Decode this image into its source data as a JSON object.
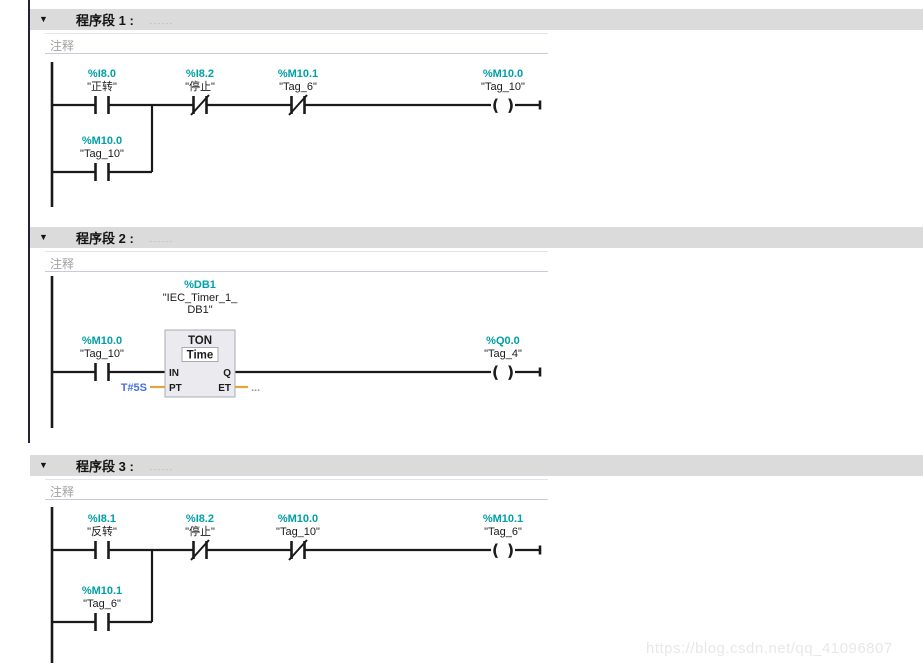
{
  "watermark": "https://blog.csdn.net/qq_41096807",
  "colors": {
    "address": "#00a0a8",
    "wire": "#1a1a1a",
    "timer_wire": "#e8a33d",
    "constant": "#4a6fdc",
    "ellipsis": "#9a9a9a",
    "header_bg": "#dbdbdb",
    "block_fill": "#eaeaef",
    "block_border": "#a9a9b8"
  },
  "networks": [
    {
      "title": "程序段 1 :",
      "title_placeholder": "......",
      "comment": "注释",
      "kind": "contacts",
      "contacts": [
        {
          "type": "NO",
          "address": "%I8.0",
          "name": "\"正转\""
        },
        {
          "type": "NC",
          "address": "%I8.2",
          "name": "\"停止\""
        },
        {
          "type": "NC",
          "address": "%M10.1",
          "name": "\"Tag_6\""
        }
      ],
      "parallel_contact": {
        "type": "NO",
        "address": "%M10.0",
        "name": "\"Tag_10\""
      },
      "coil": {
        "address": "%M10.0",
        "name": "\"Tag_10\""
      }
    },
    {
      "title": "程序段 2 :",
      "title_placeholder": "......",
      "comment": "注释",
      "kind": "timer",
      "contacts": [
        {
          "type": "NO",
          "address": "%M10.0",
          "name": "\"Tag_10\""
        }
      ],
      "timer_block": {
        "db_address": "%DB1",
        "db_name_line1": "\"IEC_Timer_1_",
        "db_name_line2": "DB1\"",
        "instruction": "TON",
        "data_type": "Time",
        "inputs": [
          "IN",
          "PT"
        ],
        "outputs": [
          "Q",
          "ET"
        ],
        "pt_value": "T#5S",
        "et_value": "..."
      },
      "coil": {
        "address": "%Q0.0",
        "name": "\"Tag_4\""
      }
    },
    {
      "title": "程序段 3 :",
      "title_placeholder": "......",
      "comment": "注释",
      "kind": "contacts",
      "contacts": [
        {
          "type": "NO",
          "address": "%I8.1",
          "name": "\"反转\""
        },
        {
          "type": "NC",
          "address": "%I8.2",
          "name": "\"停止\""
        },
        {
          "type": "NC",
          "address": "%M10.0",
          "name": "\"Tag_10\""
        }
      ],
      "parallel_contact": {
        "type": "NO",
        "address": "%M10.1",
        "name": "\"Tag_6\""
      },
      "coil": {
        "address": "%M10.1",
        "name": "\"Tag_6\""
      }
    }
  ]
}
